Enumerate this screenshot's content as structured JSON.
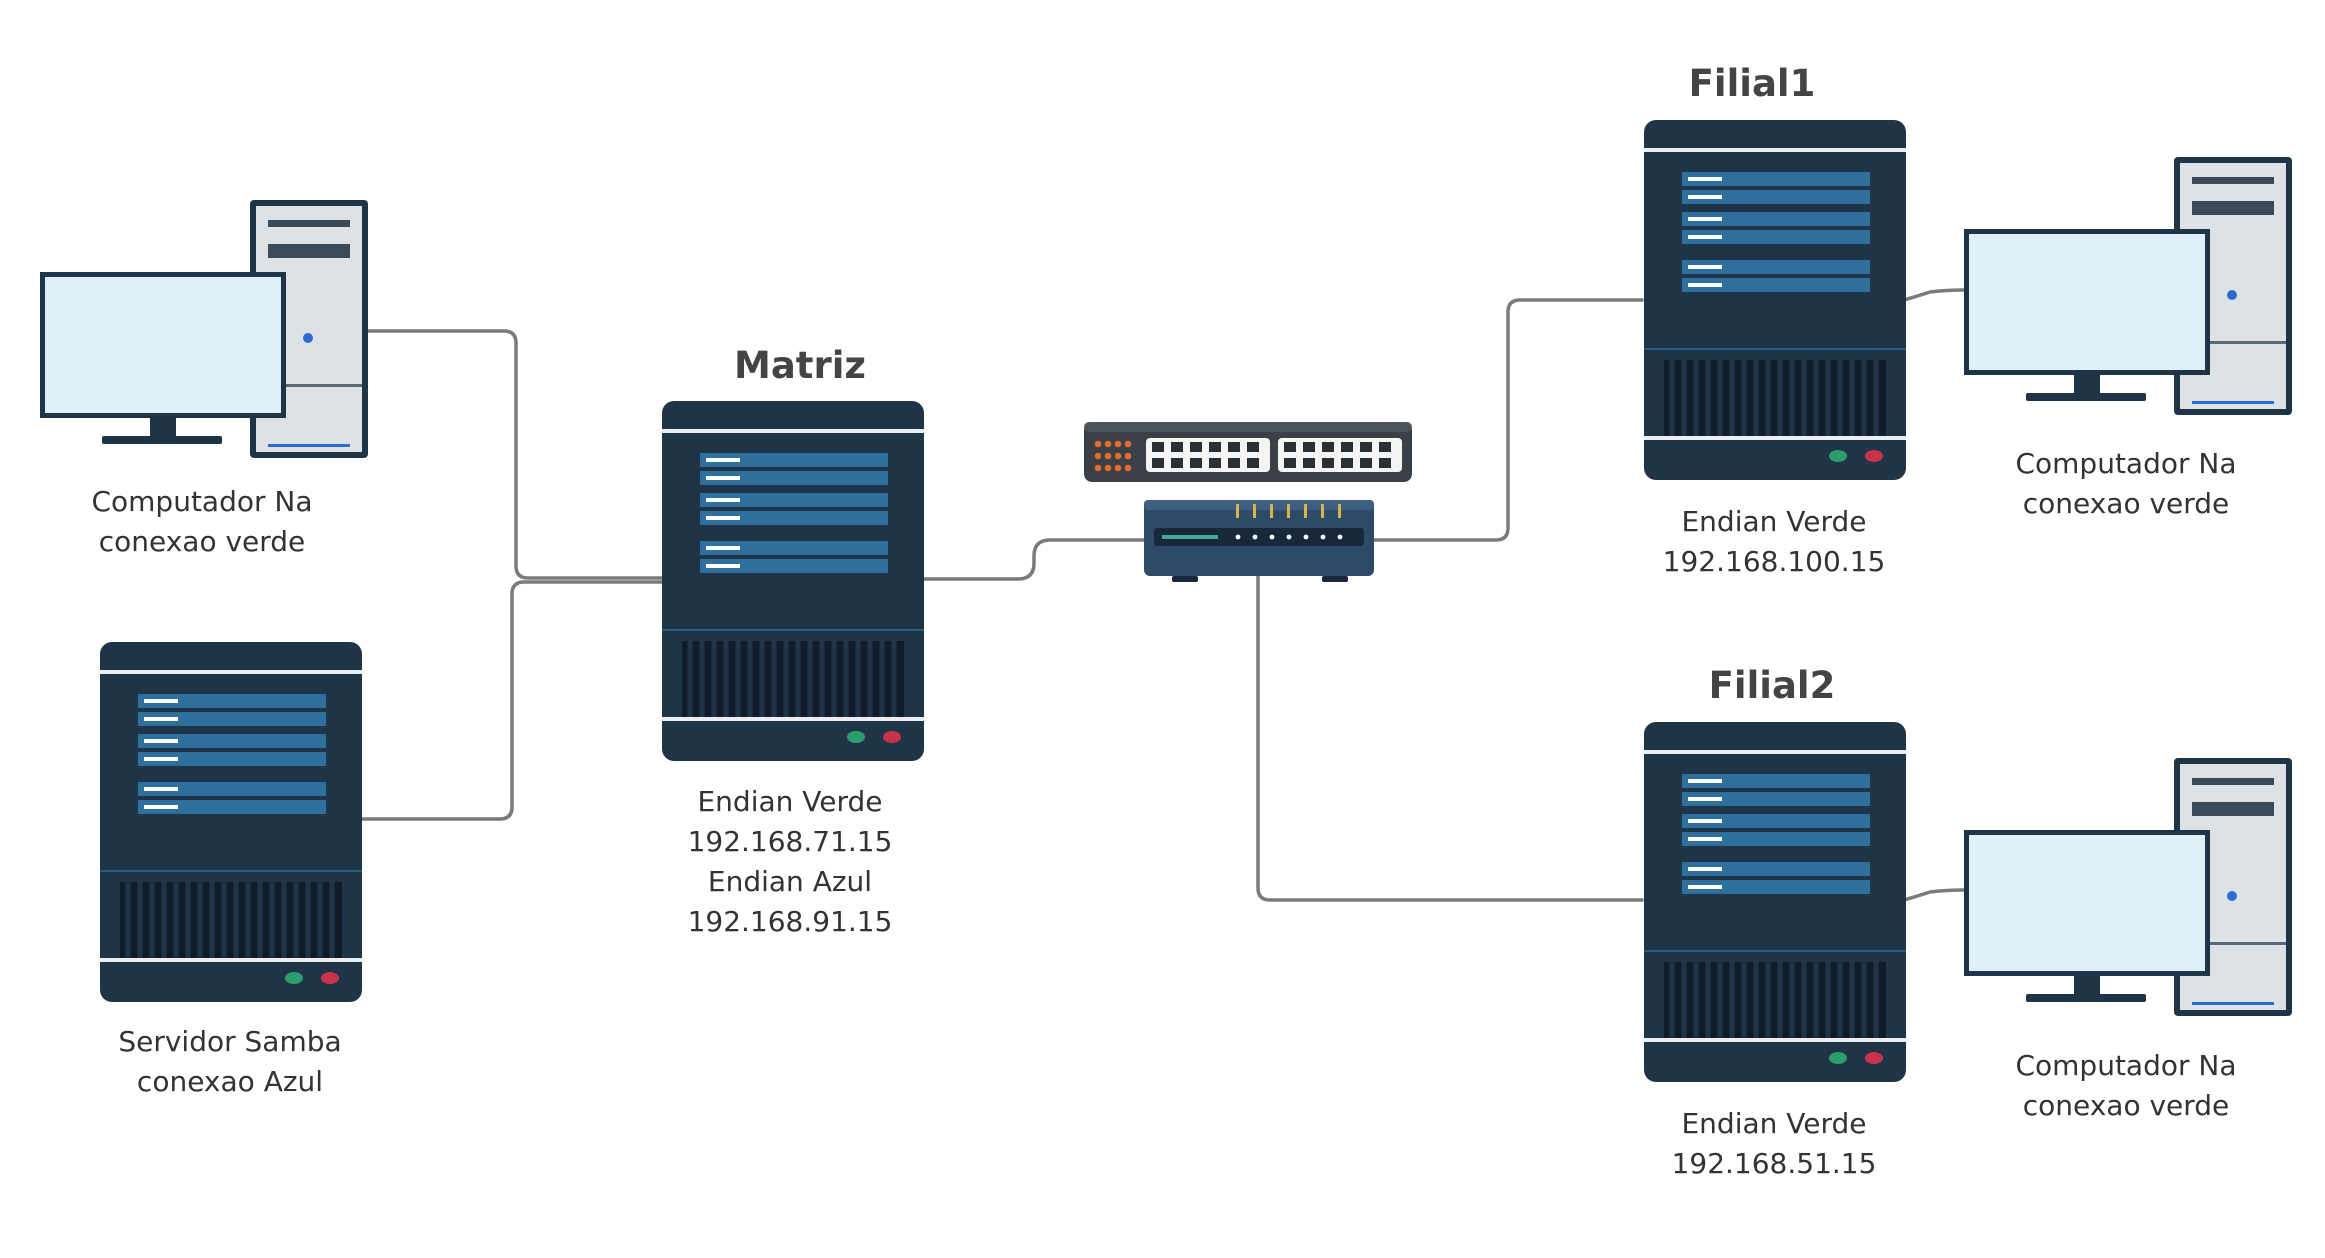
{
  "groups": {
    "matriz": "Matriz",
    "filial1": "Filial1",
    "filial2": "Filial2"
  },
  "nodes": {
    "pc_left": {
      "line1": "Computador Na",
      "line2": "conexao verde"
    },
    "samba": {
      "line1": "Servidor Samba",
      "line2": "conexao Azul"
    },
    "matriz": {
      "line1": "Endian Verde",
      "line2": "192.168.71.15",
      "line3": "Endian Azul",
      "line4": "192.168.91.15"
    },
    "filial1": {
      "line1": "Endian Verde",
      "line2": "192.168.100.15"
    },
    "filial2": {
      "line1": "Endian Verde",
      "line2": "192.168.51.15"
    },
    "pc_f1": {
      "line1": "Computador Na",
      "line2": "conexao verde"
    },
    "pc_f2": {
      "line1": "Computador Na",
      "line2": "conexao verde"
    }
  },
  "colors": {
    "server_dark": "#1f3447",
    "server_stripe": "#2f6f9c",
    "monitor_screen": "#e0f0f8",
    "cable": "#7a7a7a",
    "led_green": "#2e9d6e",
    "led_red": "#c8324a"
  }
}
